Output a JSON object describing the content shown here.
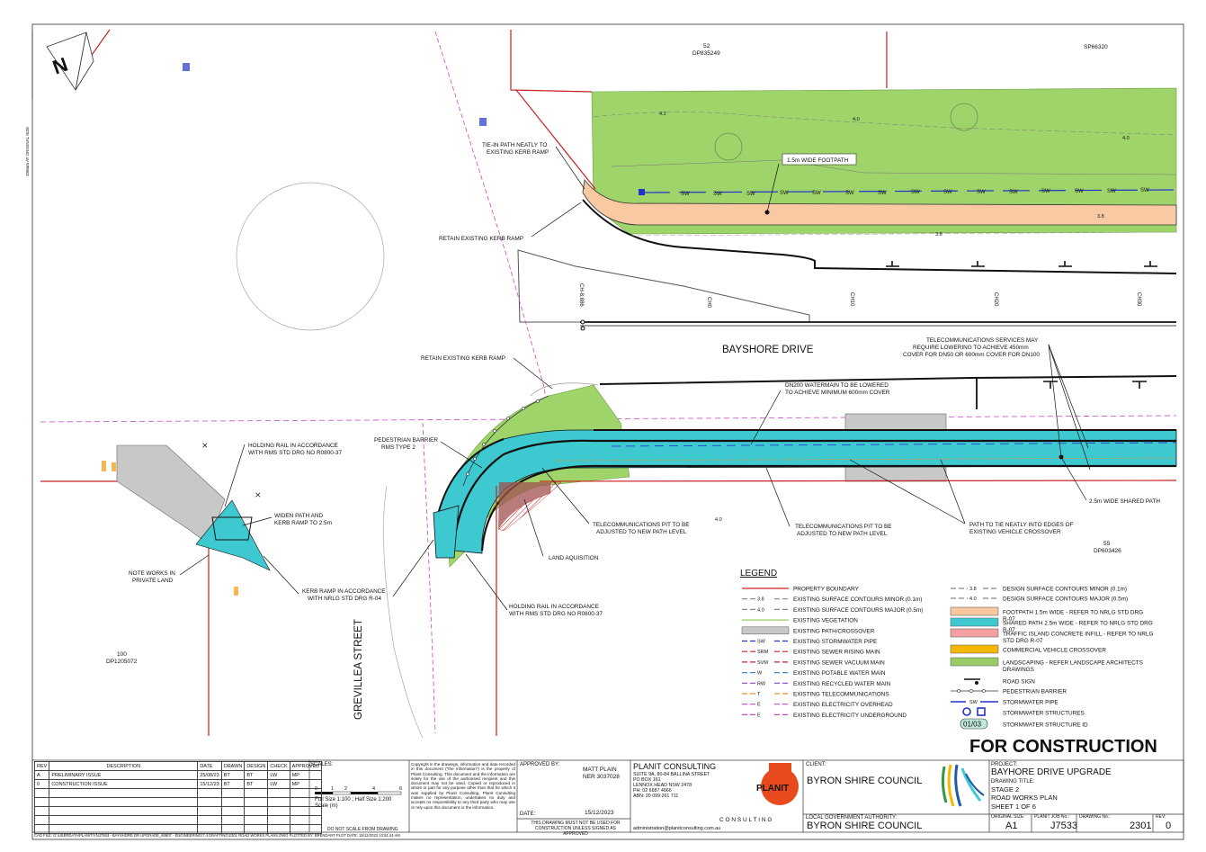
{
  "drawing": {
    "street_main": "BAYSHORE DRIVE",
    "street_side": "GREVILLEA STREET",
    "north_label": "N",
    "lots": [
      {
        "id": "52",
        "dp": "DP835249"
      },
      {
        "id": "SP66320",
        "dp": ""
      },
      {
        "id": "55",
        "dp": "DP603426"
      },
      {
        "id": "100",
        "dp": "DP1205072"
      }
    ],
    "chainages": [
      "CH-8.886",
      "CH0",
      "CH10",
      "CH20",
      "CH30"
    ],
    "annotations": {
      "tie_in": [
        "TIE-IN PATH NEATLY TO",
        "EXISTING KERB RAMP"
      ],
      "footpath": "1.5m WIDE FOOTPATH",
      "retain_top": "RETAIN EXISTING KERB RAMP",
      "retain_bottom": "RETAIN EXISTING KERB RAMP",
      "telecom_services": [
        "TELECOMMUNICATIONS SERVICES MAY",
        "REQUIRE LOWERING TO ACHIEVE 450mm",
        "COVER FOR DN50 OR 600mm COVER FOR DN100"
      ],
      "watermain": [
        "DN200 WATERMAIN TO BE LOWERED",
        "TO ACHIEVE MINIMUM 600mm COVER"
      ],
      "ped_barrier": [
        "PEDESTRIAN BARRIER",
        "RMS TYPE 2"
      ],
      "holding_rail_top": [
        "HOLDING RAIL IN ACCORDANCE",
        "WITH RMS STD DRG NO R0800-37"
      ],
      "widen_path": [
        "WIDEN PATH AND",
        "KERB RAMP TO 2.5m"
      ],
      "note_private": [
        "NOTE WORKS IN",
        "PRIVATE LAND"
      ],
      "kerb_ramp": [
        "KERB RAMP IN ACCORDANCE",
        "WITH NRLG STD DRG R-04"
      ],
      "telecom_pit_1": [
        "TELECOMMUNICATIONS PIT TO BE",
        "ADJUSTED TO NEW PATH LEVEL"
      ],
      "telecom_pit_2": [
        "TELECOMMUNICATIONS PIT TO BE",
        "ADJUSTED TO NEW PATH LEVEL"
      ],
      "path_tie": [
        "PATH TO TIE NEATLY INTO EDGES OF",
        "EXISTING VEHICLE CROSSOVER"
      ],
      "shared_path": "2.5m WIDE SHARED PATH",
      "land_acq": "LAND AQUISITION",
      "holding_rail_bottom": [
        "HOLDING RAIL IN ACCORDANCE",
        "WITH RMS STD DRG NO R0800-37"
      ]
    },
    "contours": [
      "4.2",
      "4.0",
      "4.0",
      "3.8",
      "3.8",
      "4.0"
    ]
  },
  "legend": {
    "title": "LEGEND",
    "left": [
      {
        "sym": "",
        "label": "PROPERTY BOUNDARY"
      },
      {
        "sym": "3.8",
        "label": "EXISTING SURFACE CONTOURS MINOR (0.1m)"
      },
      {
        "sym": "4.0",
        "label": "EXISTING SURFACE CONTOURS MAJOR (0.5m)"
      },
      {
        "sym": "",
        "label": "EXISTING VEGETATION"
      },
      {
        "sym": "",
        "label": "EXISTING PATH/CROSSOVER"
      },
      {
        "sym": "SW",
        "label": "EXISTING STORMWATER PIPE"
      },
      {
        "sym": "SRM",
        "label": "EXISTING SEWER RISING MAIN"
      },
      {
        "sym": "SVM",
        "label": "EXISTING SEWER VACUUM MAIN"
      },
      {
        "sym": "W",
        "label": "EXISTING POTABLE WATER MAIN"
      },
      {
        "sym": "RW",
        "label": "EXISTING RECYCLED WATER MAIN"
      },
      {
        "sym": "T",
        "label": "EXISTING TELECOMMUNICATIONS"
      },
      {
        "sym": "E",
        "label": "EXISTING ELECTRICITY OVERHEAD"
      },
      {
        "sym": "E",
        "label": "EXISTING ELECTRICITY UNDERGROUND"
      }
    ],
    "right": [
      {
        "sym": "3.8",
        "label": "DESIGN SURFACE CONTOURS MINOR (0.1m)"
      },
      {
        "sym": "4.0",
        "label": "DESIGN SURFACE CONTOURS MAJOR (0.5m)"
      },
      {
        "sym": "",
        "label": "FOOTPATH 1.5m WIDE - REFER TO NRLG STD DRG R-07"
      },
      {
        "sym": "",
        "label": "SHARED PATH 2.5m WIDE - REFER TO NRLG STD DRG R-07"
      },
      {
        "sym": "",
        "label": "TRAFFIC ISLAND CONCRETE INFILL - REFER TO NRLG STD DRG R-07"
      },
      {
        "sym": "",
        "label": "COMMERCIAL VEHICLE CROSSOVER"
      },
      {
        "sym": "",
        "label": "LANDSCAPING - REFER LANDSCAPE ARCHITECTS DRAWINGS"
      },
      {
        "sym": "",
        "label": "ROAD SIGN"
      },
      {
        "sym": "",
        "label": "PEDESTRIAN BARRIER"
      },
      {
        "sym": "SW",
        "label": "STORMWATER PIPE"
      },
      {
        "sym": "",
        "label": "STORMWATER STRUCTURES"
      },
      {
        "sym": "01/03",
        "label": "STORMWATER STRUCTURE ID"
      }
    ],
    "colors": {
      "footpath": "#f7c7a0",
      "shared": "#3ec8d0",
      "island": "#f4a0a0",
      "crossover": "#f5b800",
      "landscaping": "#99cc66",
      "vegetation": "#99cc66",
      "existing_path": "#c8c8c8",
      "boundary": "#cc2222",
      "sw": "#2233cc",
      "elec": "#cc44cc"
    }
  },
  "status": "FOR CONSTRUCTION",
  "title_block": {
    "rev_headers": [
      "REV",
      "DESCRIPTION",
      "DATE",
      "DRAWN",
      "DESIGN",
      "CHECK",
      "APPROVED"
    ],
    "revisions": [
      [
        "A",
        "PRELIMINARY ISSUE",
        "25/08/23",
        "BT",
        "BT",
        "LW",
        "MP"
      ],
      [
        "0",
        "CONSTRUCTION ISSUE",
        "15/12/23",
        "BT",
        "BT",
        "LW",
        "MP"
      ]
    ],
    "scales_label": "SCALES:",
    "scale_ticks": [
      "0",
      "1",
      "2",
      "4",
      "6"
    ],
    "scale_full": "Full Size 1:100 ; Half Size 1:200",
    "scale_unit": "Scale (m)",
    "do_not_scale": "DO NOT SCALE FROM DRAWING",
    "copyright": "Copyright in the drawings, information and data recorded in this document (\"the information\") is the property of Planit Consulting. This document and the information are solely for the use of the authorised recipient and this document may not be used, Copied or reproduced in whole or part for any purpose other than that for which it was supplied by Planit Consulting. Planit Consulting makes no representation, undertakes no duty and accepts no responsibility to any third party who may use or rely upon this document or the information.",
    "approved_by_label": "APPROVED BY:",
    "approver": "MATT PLAIN",
    "approver_ner": "NER 3037028",
    "date_label": "DATE:",
    "date": "15/12/2023",
    "not_used": "THIS DRAWING MUST NOT BE USED FOR CONSTRUCTION UNLESS SIGNED AS APPROVED",
    "company": "PLANIT CONSULTING",
    "address": [
      "SUITE 9A, 80-84 BALLINA STREET",
      "PO BOX 161",
      "LENNOX HEAD NSW 2478",
      "PH: 02 6687 4666",
      "ABN: 20 099 261 711"
    ],
    "email": "administration@planitconsulting.com.au",
    "logo_text": "PLANIT",
    "logo_sub": "C O N S U L T I N G",
    "client_label": "CLIENT:",
    "client": "BYRON SHIRE COUNCIL",
    "lga_label": "LOCAL GOVERNMENT AUTHORITY:",
    "lga": "BYRON SHIRE COUNCIL",
    "project_label": "PROJECT:",
    "project": "BAYHORE DRIVE UPGRADE",
    "drawing_title_label": "DRAWING TITLE:",
    "drawing_title": [
      "STAGE 2",
      "ROAD WORKS PLAN",
      "SHEET 1 OF 6"
    ],
    "original_size_label": "ORIGINAL SIZE:",
    "original_size": "A1",
    "job_label": "PLANIT JOB No.:",
    "job": "J7533",
    "drawing_no_label": "DRAWING No.:",
    "drawing_no": "2301",
    "rev_label": "REV:",
    "rev": "0",
    "cad_file": "CAD FILE: G:\\USERDATA\\PLANIT\\YNJ7553 - BAYSHORE DR UPGRADE_60607 - ENGINEERING\\7.4 DRAFTING\\2301 ROAD WORKS PLANS.DWG PLOTTED BY: BRENDANT  PLOT DATE: 15/12/2023 10:51:44 AM",
    "side_note": "100mm AT ORIGINAL SIZE"
  }
}
